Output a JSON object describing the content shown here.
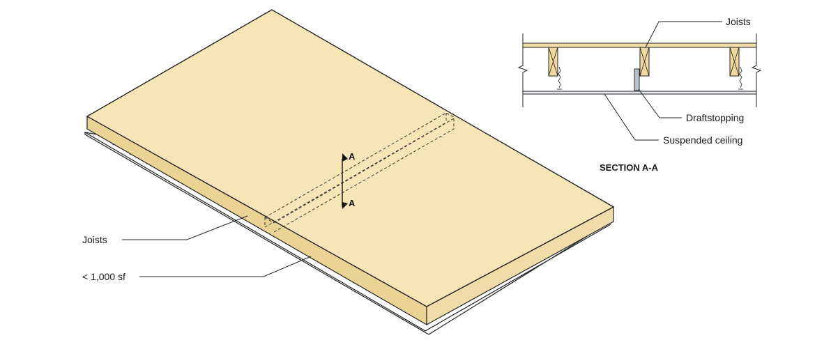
{
  "labels": {
    "joists_plan": "Joists",
    "area": "< 1,000 sf",
    "joists_section": "Joists",
    "draftstopping": "Draftstopping",
    "suspended_ceiling": "Suspended ceiling",
    "section_title": "SECTION A-A",
    "cut_top": "A",
    "cut_bottom": "A"
  },
  "colors": {
    "deck": "#f5e4b5",
    "deck_edge": "#e9d39c",
    "joist": "#ecd49a",
    "joist_face": "#d9bd7c",
    "hanger": "#b8c2cc",
    "line": "#222222"
  }
}
